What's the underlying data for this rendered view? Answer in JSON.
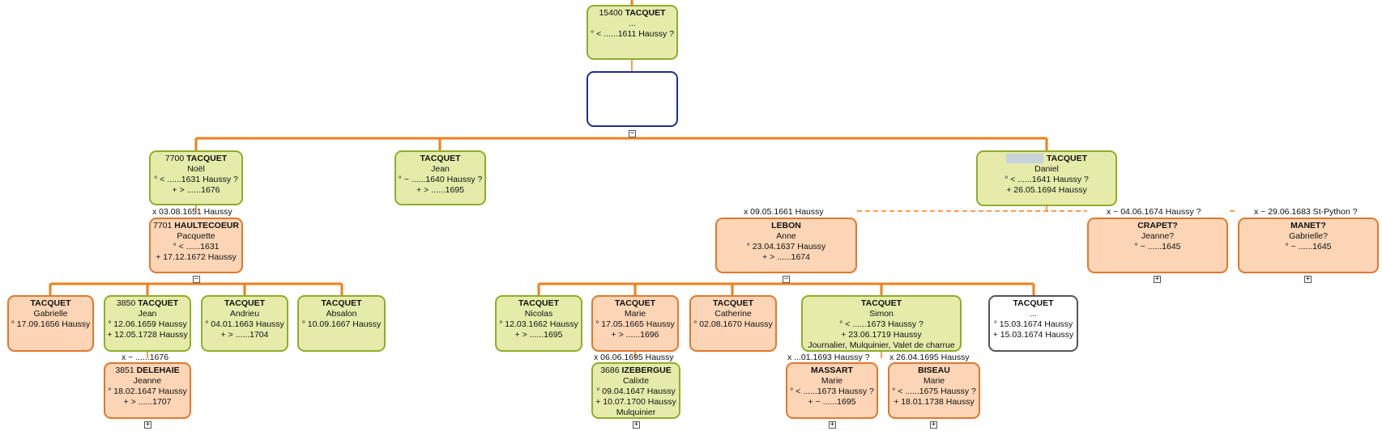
{
  "colors": {
    "line": "#f07f1a",
    "male_bg": "#e6ebaa",
    "male_border": "#8fad2a",
    "female_bg": "#fbd5b5",
    "female_border": "#e0782e"
  },
  "root": {
    "num": "15400",
    "surname": "TACQUET",
    "given": "...",
    "birth": "° < ......1611 Haussy ?"
  },
  "children": [
    {
      "num": "7700",
      "surname": "TACQUET",
      "given": "Noël",
      "birth": "° < ......1631 Haussy ?",
      "death": "+ > ......1676"
    },
    {
      "num": "",
      "surname": "TACQUET",
      "given": "Jean",
      "birth": "° ~ ......1640 Haussy ?",
      "death": "+ > ......1695"
    },
    {
      "num": "",
      "surname": "TACQUET",
      "given": "Daniel",
      "birth": "° < ......1641 Haussy ?",
      "death": "+ 26.05.1694 Haussy"
    }
  ],
  "marriages": {
    "noel": "x 03.08.1651 Haussy",
    "daniel_1": "x 09.05.1661 Haussy",
    "daniel_2": "x ~ 04.06.1674 Haussy ?",
    "daniel_3": "x ~ 29.06.1683 St-Python ?",
    "jean_3850": "x ~ ......1676",
    "marie": "x 06.06.1695 Haussy",
    "simon_1": "x ...01.1693 Haussy ?",
    "simon_2": "x 26.04.1695 Haussy"
  },
  "spouses": {
    "haultecoeur": {
      "num": "7701",
      "surname": "HAULTECOEUR",
      "given": "Pacquette",
      "birth": "° < ......1631",
      "death": "+ 17.12.1672 Haussy"
    },
    "lebon": {
      "surname": "LEBON",
      "given": "Anne",
      "birth": "° 23.04.1637 Haussy",
      "death": "+ > ......1674"
    },
    "crapet": {
      "surname": "CRAPET?",
      "given": "Jeanne?",
      "birth": "° ~ ......1645"
    },
    "manet": {
      "surname": "MANET?",
      "given": "Gabrielle?",
      "birth": "° ~ ......1645"
    },
    "delehaie": {
      "num": "3851",
      "surname": "DELEHAIE",
      "given": "Jeanne",
      "birth": "° 18.02.1647 Haussy",
      "death": "+ > ......1707"
    },
    "izebergue": {
      "num": "3686",
      "surname": "IZEBERGUE",
      "given": "Calixte",
      "birth": "° 09.04.1647 Haussy",
      "death": "+ 10.07.1700 Haussy",
      "occ": "Mulquinier"
    },
    "massart": {
      "surname": "MASSART",
      "given": "Marie",
      "birth": "° < ......1673 Haussy ?",
      "death": "+ ~ ......1695"
    },
    "biseau": {
      "surname": "BISEAU",
      "given": "Marie",
      "birth": "° < ......1675 Haussy ?",
      "death": "+ 18.01.1738 Haussy"
    }
  },
  "grandchildren_noel": [
    {
      "num": "",
      "surname": "TACQUET",
      "given": "Gabrielle",
      "birth": "° 17.09.1656 Haussy",
      "death": ""
    },
    {
      "num": "3850",
      "surname": "TACQUET",
      "given": "Jean",
      "birth": "° 12.06.1659 Haussy",
      "death": "+ 12.05.1728 Haussy"
    },
    {
      "num": "",
      "surname": "TACQUET",
      "given": "Andrieu",
      "birth": "° 04.01.1663 Haussy",
      "death": "+ > ......1704"
    },
    {
      "num": "",
      "surname": "TACQUET",
      "given": "Absalon",
      "birth": "° 10.09.1667 Haussy",
      "death": ""
    }
  ],
  "grandchildren_daniel": [
    {
      "surname": "TACQUET",
      "given": "Nicolas",
      "birth": "° 12.03.1662 Haussy",
      "death": "+ > ......1695"
    },
    {
      "surname": "TACQUET",
      "given": "Marie",
      "birth": "° 17.05.1665 Haussy",
      "death": "+ > ......1696"
    },
    {
      "surname": "TACQUET",
      "given": "Catherine",
      "birth": "° 02.08.1670 Haussy",
      "death": ""
    },
    {
      "surname": "TACQUET",
      "given": "Simon",
      "birth": "° < ......1673 Haussy ?",
      "death": "+ 23.06.1719 Haussy",
      "occ": "Journalier, Mulquinier, Valet de charrue"
    },
    {
      "surname": "TACQUET",
      "given": "...",
      "birth": "° 15.03.1674 Haussy",
      "death": "+ 15.03.1674 Haussy"
    }
  ],
  "toggles": {
    "collapse": "−",
    "expand": "+"
  }
}
